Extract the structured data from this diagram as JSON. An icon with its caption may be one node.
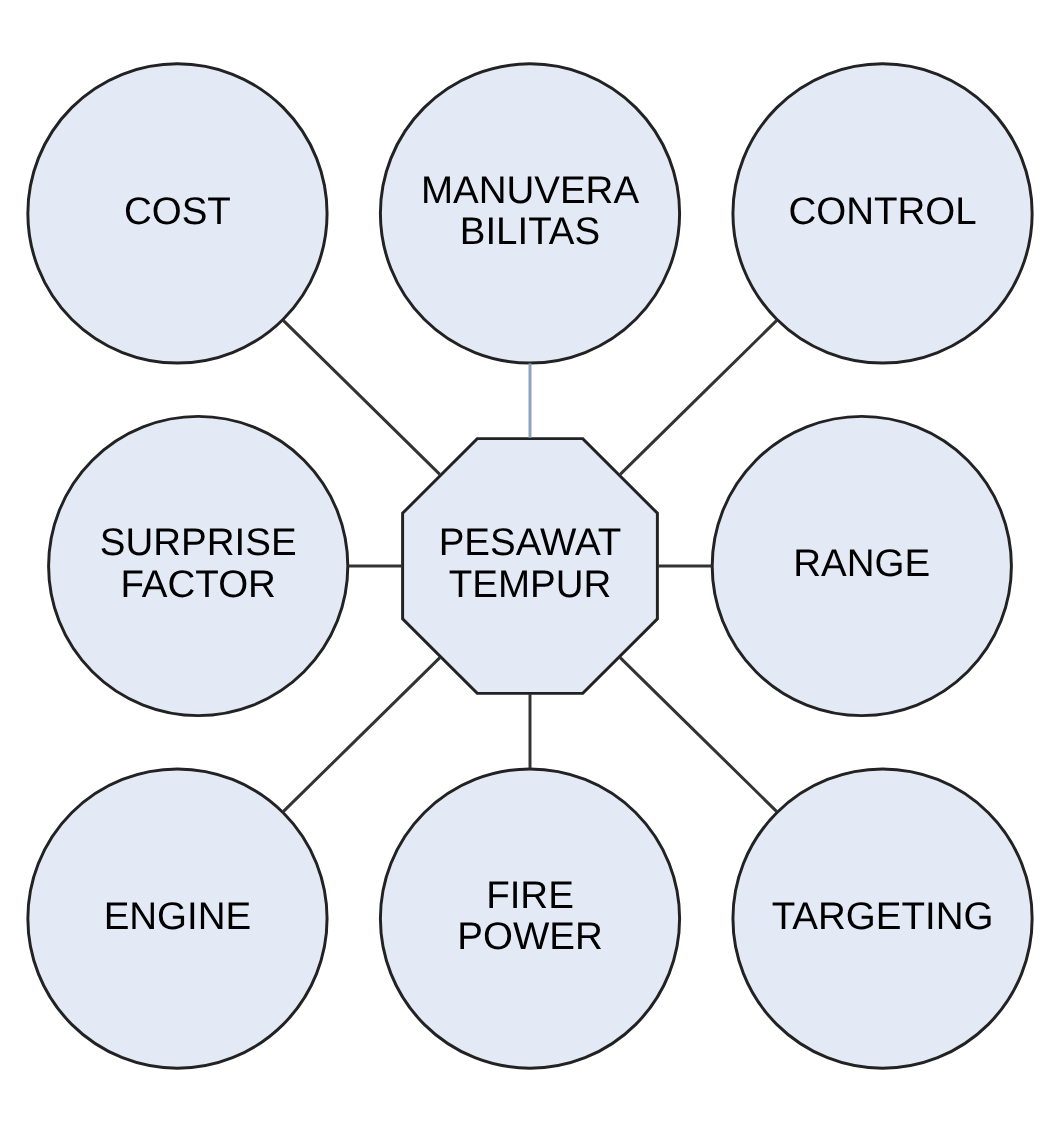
{
  "diagram": {
    "nodes": [
      {
        "text": [
          "PESAWAT TEMPUR"
        ]
      },
      {
        "text": [
          "MANUVERA BILITAS"
        ]
      },
      {
        "text": [
          "CONTROL"
        ]
      },
      {
        "text": [
          "RANGE"
        ]
      },
      {
        "text": [
          "TARGETING"
        ]
      },
      {
        "text": [
          "FIRE POWER"
        ]
      },
      {
        "text": [
          "ENGINE"
        ]
      },
      {
        "text": [
          "SURPRISE FACTOR"
        ]
      },
      {
        "text": [
          "COST"
        ]
      }
    ],
    "edges": [
      {
        "from": 0,
        "to": 1,
        "arrow": "none",
        "color": "#8da3ba"
      },
      {
        "from": 0,
        "to": 2,
        "arrow": "none"
      },
      {
        "from": 0,
        "to": 3,
        "arrow": "none"
      },
      {
        "from": 0,
        "to": 4,
        "arrow": "none"
      },
      {
        "from": 0,
        "to": 5,
        "arrow": "none"
      },
      {
        "from": 0,
        "to": 6,
        "arrow": "none"
      },
      {
        "from": 0,
        "to": 7,
        "arrow": "none"
      },
      {
        "from": 0,
        "to": 8,
        "arrow": "none"
      }
    ]
  }
}
